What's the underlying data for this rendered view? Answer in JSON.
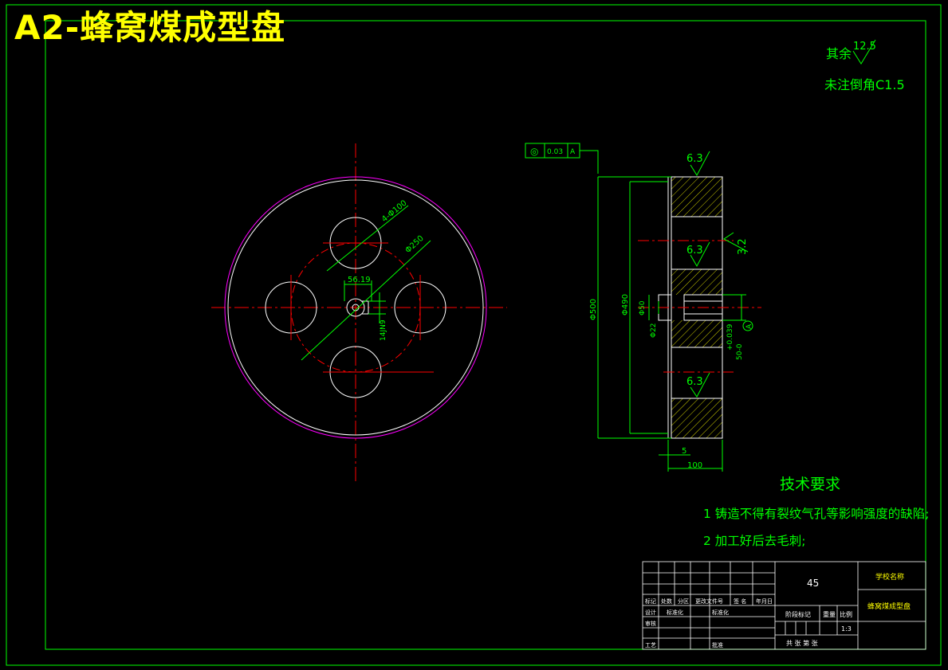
{
  "title": "A2-蜂窝煤成型盘",
  "colors": {
    "background": "#000000",
    "frame": "#00ff00",
    "outline": "#ffffff",
    "center": "#ff0000",
    "dimension": "#00ff00",
    "rim": "#ff00ff",
    "title_text": "#ffff00"
  },
  "notes": {
    "other_roughness_prefix": "其余",
    "other_roughness_value": "12.5",
    "chamfer_note": "未注倒角C1.5"
  },
  "front_view": {
    "dim_holes": "4-Φ100",
    "dim_pcd": "Φ250",
    "dim_keyway_depth": "56.19",
    "dim_keyway_width": "14JN9"
  },
  "side_view": {
    "tolerance_frame": {
      "symbol": "◎",
      "value": "0.03",
      "datum": "A"
    },
    "roughness_top": "6.3",
    "roughness_mid": "6.3",
    "roughness_bottom": "6.3",
    "roughness_bore": "3.2",
    "datum_label": "A",
    "dim_outer": "Φ500",
    "dim_inner": "Φ490",
    "dim_hub": "Φ50",
    "dim_bore": "Φ22",
    "dim_bore_tol_upper": "+0.039",
    "dim_bore_tol_base": "50-0",
    "dim_step": "5",
    "dim_thickness": "100"
  },
  "tech_requirements": {
    "heading": "技术要求",
    "item1": "1  铸造不得有裂纹气孔等影响强度的缺陷;",
    "item2": "2  加工好后去毛刺;"
  },
  "title_block": {
    "material": "45",
    "school": "学校名称",
    "part_name": "蜂窝煤成型盘",
    "hdr_mark": "标记",
    "hdr_count": "处数",
    "hdr_zone": "分区",
    "hdr_doc": "更改文件号",
    "hdr_sign": "签 名",
    "hdr_date": "年月日",
    "row_design": "设计",
    "row_standard_a": "标准化",
    "row_standard_b": "标准化",
    "row_check": "审核",
    "row_craft": "工艺",
    "row_approve": "批准",
    "stage_label": "阶段标记",
    "weight_label": "重量",
    "scale_label": "比例",
    "scale_value": "1:3",
    "sheet_label": "共  张  第  张"
  }
}
